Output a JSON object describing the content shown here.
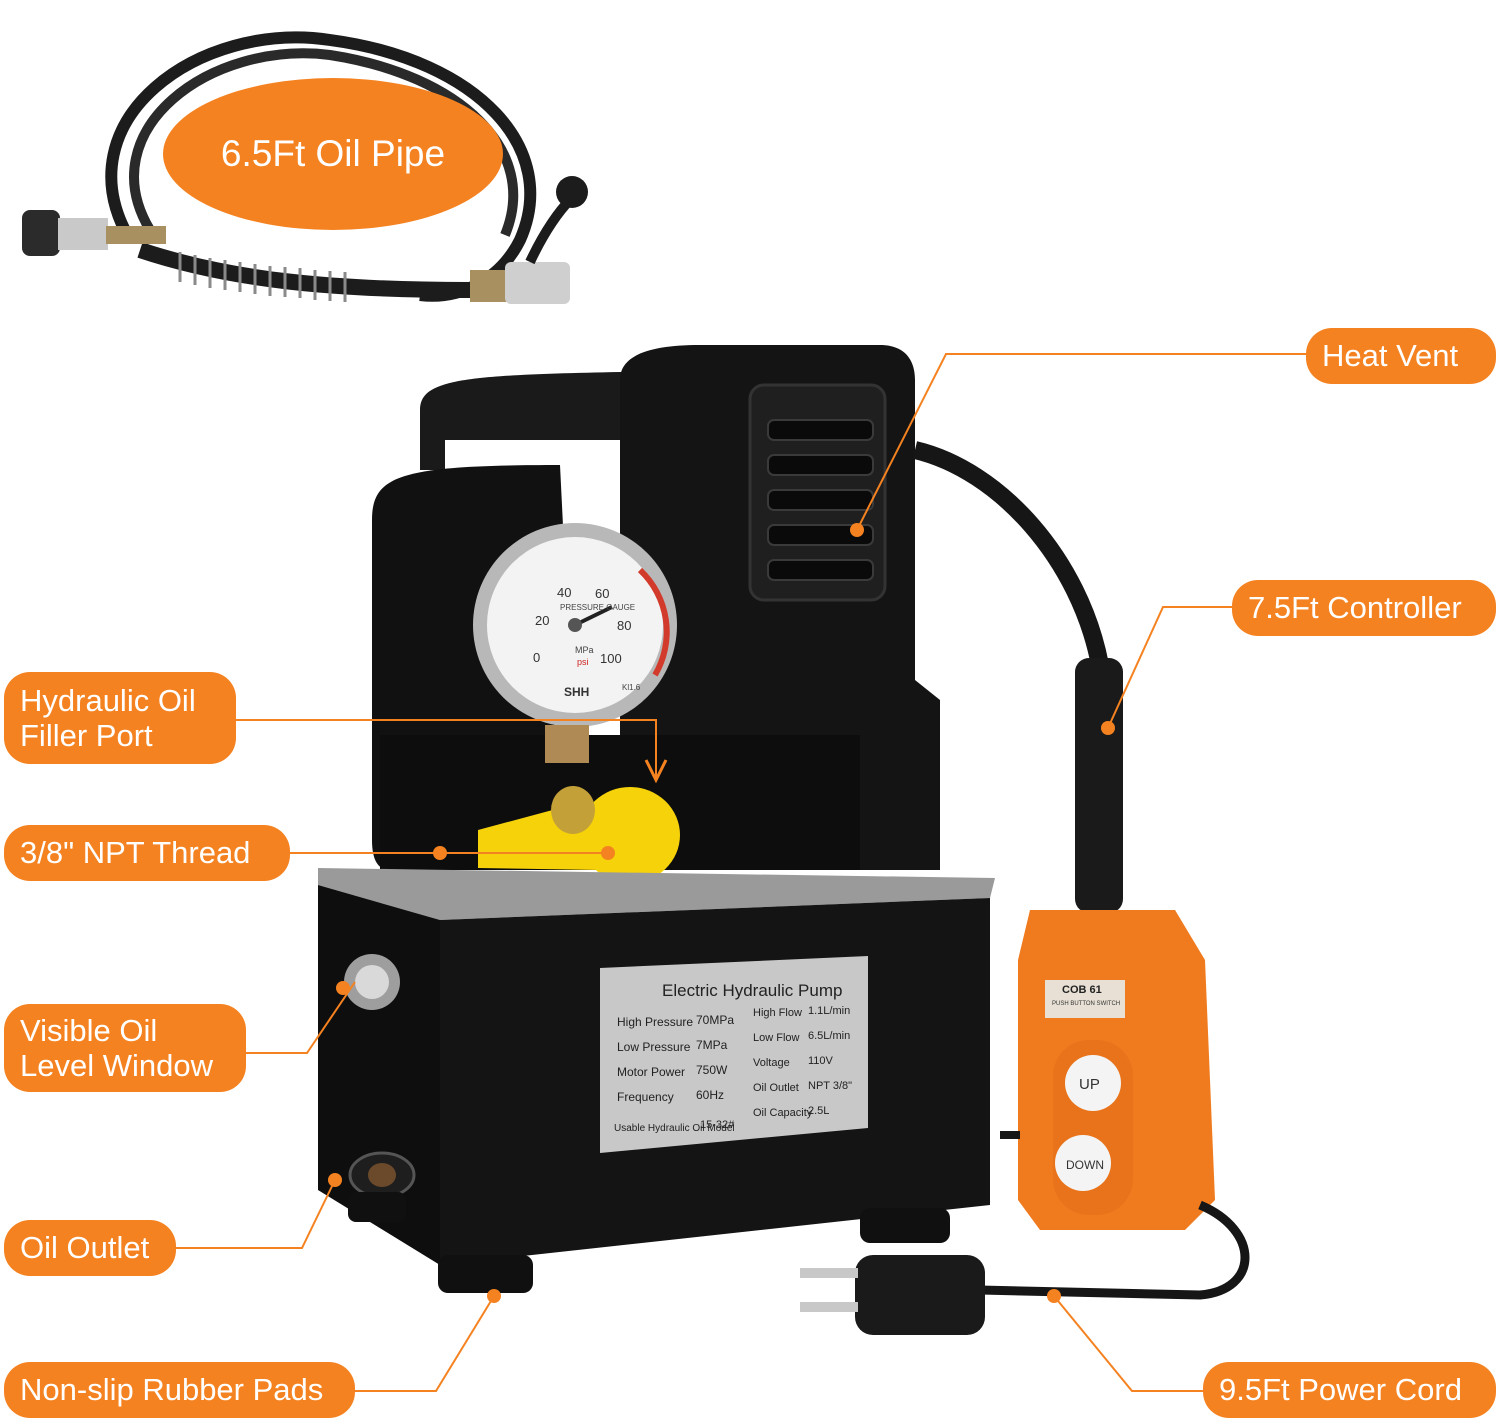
{
  "oil_pipe_label": "6.5Ft Oil Pipe",
  "callouts": {
    "heat_vent": "Heat Vent",
    "controller": "7.5Ft Controller",
    "filler_port": "Hydraulic Oil Filler Port",
    "npt_thread": "3/8\" NPT Thread",
    "oil_window": "Visible Oil Level Window",
    "oil_outlet": "Oil Outlet",
    "rubber_pads": "Non-slip Rubber Pads",
    "power_cord": "9.5Ft Power Cord"
  },
  "gauge": {
    "title": "PRESSURE GAUGE",
    "brand": "SHH",
    "unit_mpa": "MPa",
    "unit_psi": "psi",
    "class": "Kl1.6",
    "ticks": [
      "0",
      "20",
      "40",
      "60",
      "80",
      "100"
    ]
  },
  "nameplate": {
    "title": "Electric Hydraulic Pump",
    "left_specs": [
      {
        "label": "High Pressure",
        "value": "70MPa"
      },
      {
        "label": "Low Pressure",
        "value": "7MPa"
      },
      {
        "label": "Motor Power",
        "value": "750W"
      },
      {
        "label": "Frequency",
        "value": "60Hz"
      }
    ],
    "right_specs": [
      {
        "label": "High Flow",
        "value": "1.1L/min"
      },
      {
        "label": "Low Flow",
        "value": "6.5L/min"
      },
      {
        "label": "Voltage",
        "value": "110V"
      },
      {
        "label": "Oil Outlet",
        "value": "NPT 3/8\""
      },
      {
        "label": "Oil Capacity",
        "value": "2.5L"
      }
    ],
    "oil_model_label": "Usable Hydraulic Oil Model",
    "oil_model_value": "15-32#"
  },
  "controller": {
    "model": "COB 61",
    "subtitle": "PUSH BUTTON SWITCH",
    "up": "UP",
    "down": "DOWN"
  },
  "colors": {
    "accent": "#f58220",
    "pump_body": "#141414",
    "controller": "#f07a1e",
    "cap": "#f5d20a"
  }
}
